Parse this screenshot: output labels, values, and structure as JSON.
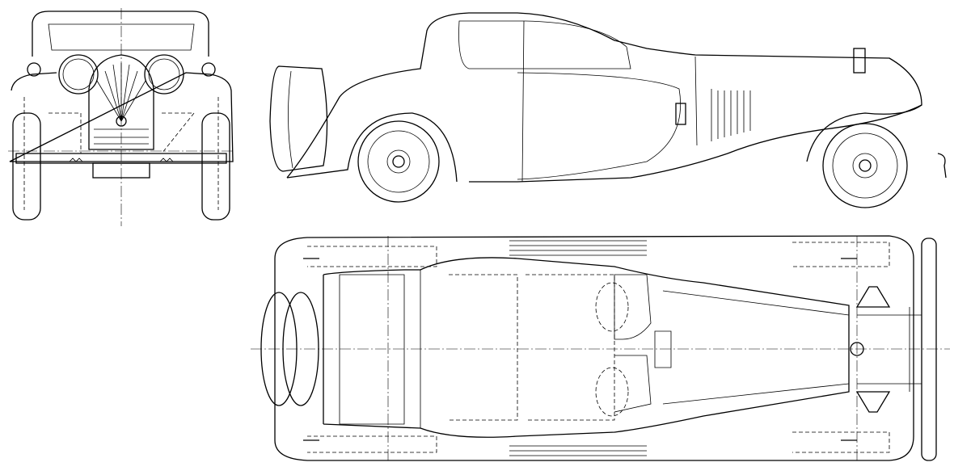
{
  "drawing": {
    "views": [
      "front",
      "side",
      "top"
    ],
    "line_color": "#000000",
    "background": "#ffffff"
  }
}
